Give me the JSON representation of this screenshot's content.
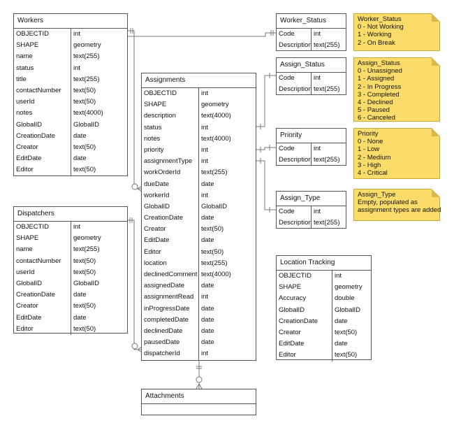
{
  "tables": {
    "workers": {
      "title": "Workers",
      "fields": [
        {
          "name": "OBJECTID",
          "type": "int"
        },
        {
          "name": "SHAPE",
          "type": "geometry"
        },
        {
          "name": "name",
          "type": "text(255)"
        },
        {
          "name": "status",
          "type": "int"
        },
        {
          "name": "title",
          "type": "text(255)"
        },
        {
          "name": "contactNumber",
          "type": "text(50)"
        },
        {
          "name": "userId",
          "type": "text(50)"
        },
        {
          "name": "notes",
          "type": "text(4000)"
        },
        {
          "name": "GlobalID",
          "type": "GlobalID"
        },
        {
          "name": "CreationDate",
          "type": "date"
        },
        {
          "name": "Creator",
          "type": "text(50)"
        },
        {
          "name": "EditDate",
          "type": "date"
        },
        {
          "name": "Editor",
          "type": "text(50)"
        }
      ]
    },
    "dispatchers": {
      "title": "Dispatchers",
      "fields": [
        {
          "name": "OBJECTID",
          "type": "int"
        },
        {
          "name": "SHAPE",
          "type": "geometry"
        },
        {
          "name": "name",
          "type": "text(255)"
        },
        {
          "name": "contactNumber",
          "type": "text(50)"
        },
        {
          "name": "userId",
          "type": "text(50)"
        },
        {
          "name": "GlobalID",
          "type": "GlobalID"
        },
        {
          "name": "CreationDate",
          "type": "date"
        },
        {
          "name": "Creator",
          "type": "text(50)"
        },
        {
          "name": "EditDate",
          "type": "date"
        },
        {
          "name": "Editor",
          "type": "text(50)"
        }
      ]
    },
    "assignments": {
      "title": "Assignments",
      "fields": [
        {
          "name": "OBJECTID",
          "type": "int"
        },
        {
          "name": "SHAPE",
          "type": "geometry"
        },
        {
          "name": "description",
          "type": "text(4000)"
        },
        {
          "name": "status",
          "type": "int"
        },
        {
          "name": "notes",
          "type": "text(4000)"
        },
        {
          "name": "priority",
          "type": "int"
        },
        {
          "name": "assignmentType",
          "type": "int"
        },
        {
          "name": "workOrderId",
          "type": "text(255)"
        },
        {
          "name": "dueDate",
          "type": "date"
        },
        {
          "name": "workerId",
          "type": "int"
        },
        {
          "name": "GlobalID",
          "type": "GlobalID"
        },
        {
          "name": "CreationDate",
          "type": "date"
        },
        {
          "name": "Creator",
          "type": "text(50)"
        },
        {
          "name": "EditDate",
          "type": "date"
        },
        {
          "name": "Editor",
          "type": "text(50)"
        },
        {
          "name": "location",
          "type": "text(255)"
        },
        {
          "name": "declinedComment",
          "type": "text(4000)"
        },
        {
          "name": "assignedDate",
          "type": "date"
        },
        {
          "name": "assignmentRead",
          "type": "int"
        },
        {
          "name": "inProgressDate",
          "type": "date"
        },
        {
          "name": "completedDate",
          "type": "date"
        },
        {
          "name": "declinedDate",
          "type": "date"
        },
        {
          "name": "pausedDate",
          "type": "date"
        },
        {
          "name": "dispatcherId",
          "type": "int"
        }
      ]
    },
    "worker_status": {
      "title": "Worker_Status",
      "fields": [
        {
          "name": "Code",
          "type": "int"
        },
        {
          "name": "Description",
          "type": "text(255)"
        }
      ]
    },
    "assign_status": {
      "title": "Assign_Status",
      "fields": [
        {
          "name": "Code",
          "type": "int"
        },
        {
          "name": "Description",
          "type": "text(255)"
        }
      ]
    },
    "priority": {
      "title": "Priority",
      "fields": [
        {
          "name": "Code",
          "type": "int"
        },
        {
          "name": "Description",
          "type": "text(255)"
        }
      ]
    },
    "assign_type": {
      "title": "Assign_Type",
      "fields": [
        {
          "name": "Code",
          "type": "int"
        },
        {
          "name": "Description",
          "type": "text(255)"
        }
      ]
    },
    "location_tracking": {
      "title": "Location Tracking",
      "fields": [
        {
          "name": "OBJECTID",
          "type": "int"
        },
        {
          "name": "SHAPE",
          "type": "geometry"
        },
        {
          "name": "Accuracy",
          "type": "double"
        },
        {
          "name": "GlobalID",
          "type": "GlobalID"
        },
        {
          "name": "CreationDate",
          "type": "date"
        },
        {
          "name": "Creator",
          "type": "text(50)"
        },
        {
          "name": "EditDate",
          "type": "date"
        },
        {
          "name": "Editor",
          "type": "text(50)"
        }
      ]
    },
    "attachments": {
      "title": "Attachments",
      "fields": []
    }
  },
  "notes": {
    "worker_status": {
      "lines": [
        "Worker_Status",
        "0 - Not Working",
        "1 - Working",
        "2 - On Break"
      ]
    },
    "assign_status": {
      "lines": [
        "Assign_Status",
        "0 - Unassigned",
        "1 - Assigned",
        "2 - In Progress",
        "3 - Completed",
        "4 - Declined",
        "5 - Paused",
        "6 - Canceled"
      ]
    },
    "priority": {
      "lines": [
        "Priority",
        "0 - None",
        "1 - Low",
        "2 - Medium",
        "3 - High",
        "4 - Critical"
      ]
    },
    "assign_type": {
      "lines": [
        "Assign_Type",
        "Empty, populated as",
        "assignment types are added"
      ]
    }
  },
  "colors": {
    "note_fill": "#fbdc6b",
    "border": "#555555",
    "line": "#777777"
  }
}
